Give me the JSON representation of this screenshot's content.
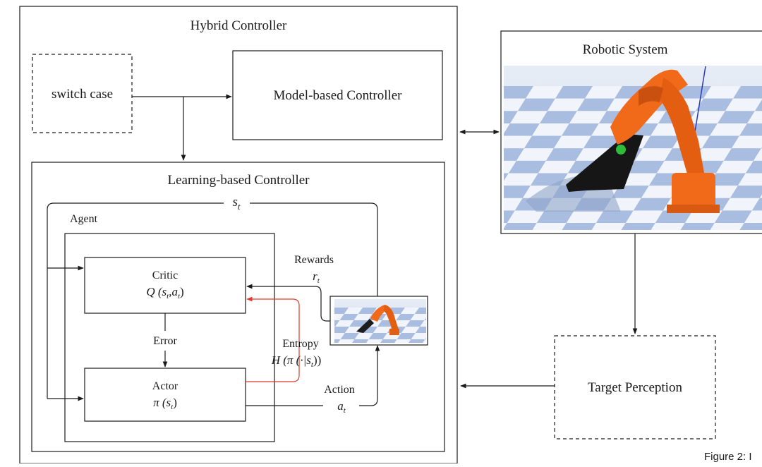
{
  "hybrid_controller": {
    "title": "Hybrid Controller",
    "switch_case": "switch case",
    "model_based": "Model-based Controller"
  },
  "learning_controller": {
    "title": "Learning-based Controller",
    "state": "s",
    "state_sub": "t",
    "agent": "Agent",
    "critic": {
      "label": "Critic",
      "formula_prefix": "Q (s",
      "formula_sub1": "t",
      "formula_mid": ",a",
      "formula_sub2": "t",
      "formula_suffix": ")"
    },
    "error": "Error",
    "actor": {
      "label": "Actor",
      "formula_prefix": "π (s",
      "formula_sub": "t",
      "formula_suffix": ")"
    },
    "rewards": {
      "label": "Rewards",
      "symbol": "r",
      "sub": "t"
    },
    "entropy": {
      "label": "Entropy",
      "formula_prefix": "H (π (·|s",
      "formula_sub": "t",
      "formula_suffix": "))"
    },
    "action": {
      "label": "Action",
      "symbol": "a",
      "sub": "t"
    }
  },
  "robotic_system": {
    "title": "Robotic System"
  },
  "target_perception": "Target Perception",
  "caption_fragment": "Figure 2: I",
  "colors": {
    "line": "#1a1a1a",
    "entropy_arrow": "#e03a2e",
    "robot_orange": "#f06a1a",
    "floor_blue": "#a9bde0",
    "floor_white": "#f1f4fa",
    "sky": "#dfe7f3"
  }
}
